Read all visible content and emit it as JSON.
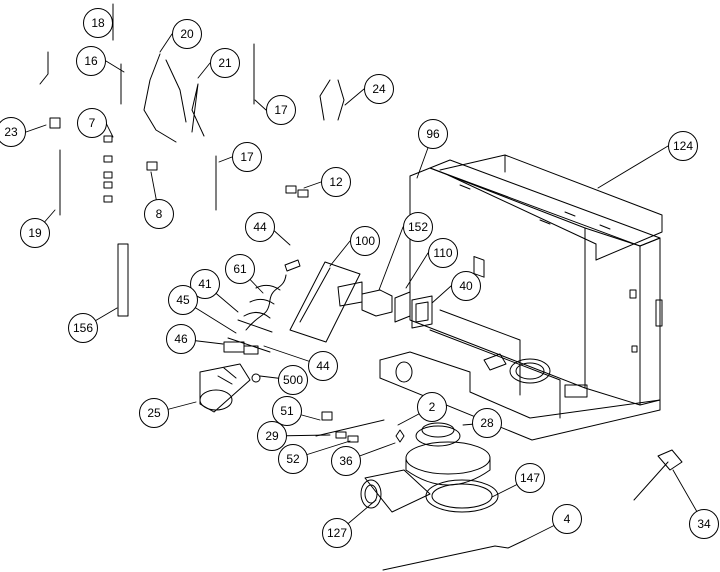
{
  "diagram": {
    "kind": "exploded-parts-view",
    "callouts": [
      {
        "id": "c18",
        "label": "18"
      },
      {
        "id": "c20",
        "label": "20"
      },
      {
        "id": "c16",
        "label": "16"
      },
      {
        "id": "c21",
        "label": "21"
      },
      {
        "id": "c17a",
        "label": "17"
      },
      {
        "id": "c24",
        "label": "24"
      },
      {
        "id": "c23",
        "label": "23"
      },
      {
        "id": "c7",
        "label": "7"
      },
      {
        "id": "c96",
        "label": "96"
      },
      {
        "id": "c124",
        "label": "124"
      },
      {
        "id": "c17b",
        "label": "17"
      },
      {
        "id": "c12",
        "label": "12"
      },
      {
        "id": "c8",
        "label": "8"
      },
      {
        "id": "c19",
        "label": "19"
      },
      {
        "id": "c44a",
        "label": "44"
      },
      {
        "id": "c100",
        "label": "100"
      },
      {
        "id": "c152",
        "label": "152"
      },
      {
        "id": "c110",
        "label": "110"
      },
      {
        "id": "c61",
        "label": "61"
      },
      {
        "id": "c41",
        "label": "41"
      },
      {
        "id": "c40",
        "label": "40"
      },
      {
        "id": "c45",
        "label": "45"
      },
      {
        "id": "c156",
        "label": "156"
      },
      {
        "id": "c46",
        "label": "46"
      },
      {
        "id": "c44b",
        "label": "44"
      },
      {
        "id": "c500",
        "label": "500"
      },
      {
        "id": "c25",
        "label": "25"
      },
      {
        "id": "c2",
        "label": "2"
      },
      {
        "id": "c51",
        "label": "51"
      },
      {
        "id": "c28",
        "label": "28"
      },
      {
        "id": "c29",
        "label": "29"
      },
      {
        "id": "c36",
        "label": "36"
      },
      {
        "id": "c52",
        "label": "52"
      },
      {
        "id": "c147",
        "label": "147"
      },
      {
        "id": "c4",
        "label": "4"
      },
      {
        "id": "c127",
        "label": "127"
      },
      {
        "id": "c34",
        "label": "34"
      }
    ]
  }
}
